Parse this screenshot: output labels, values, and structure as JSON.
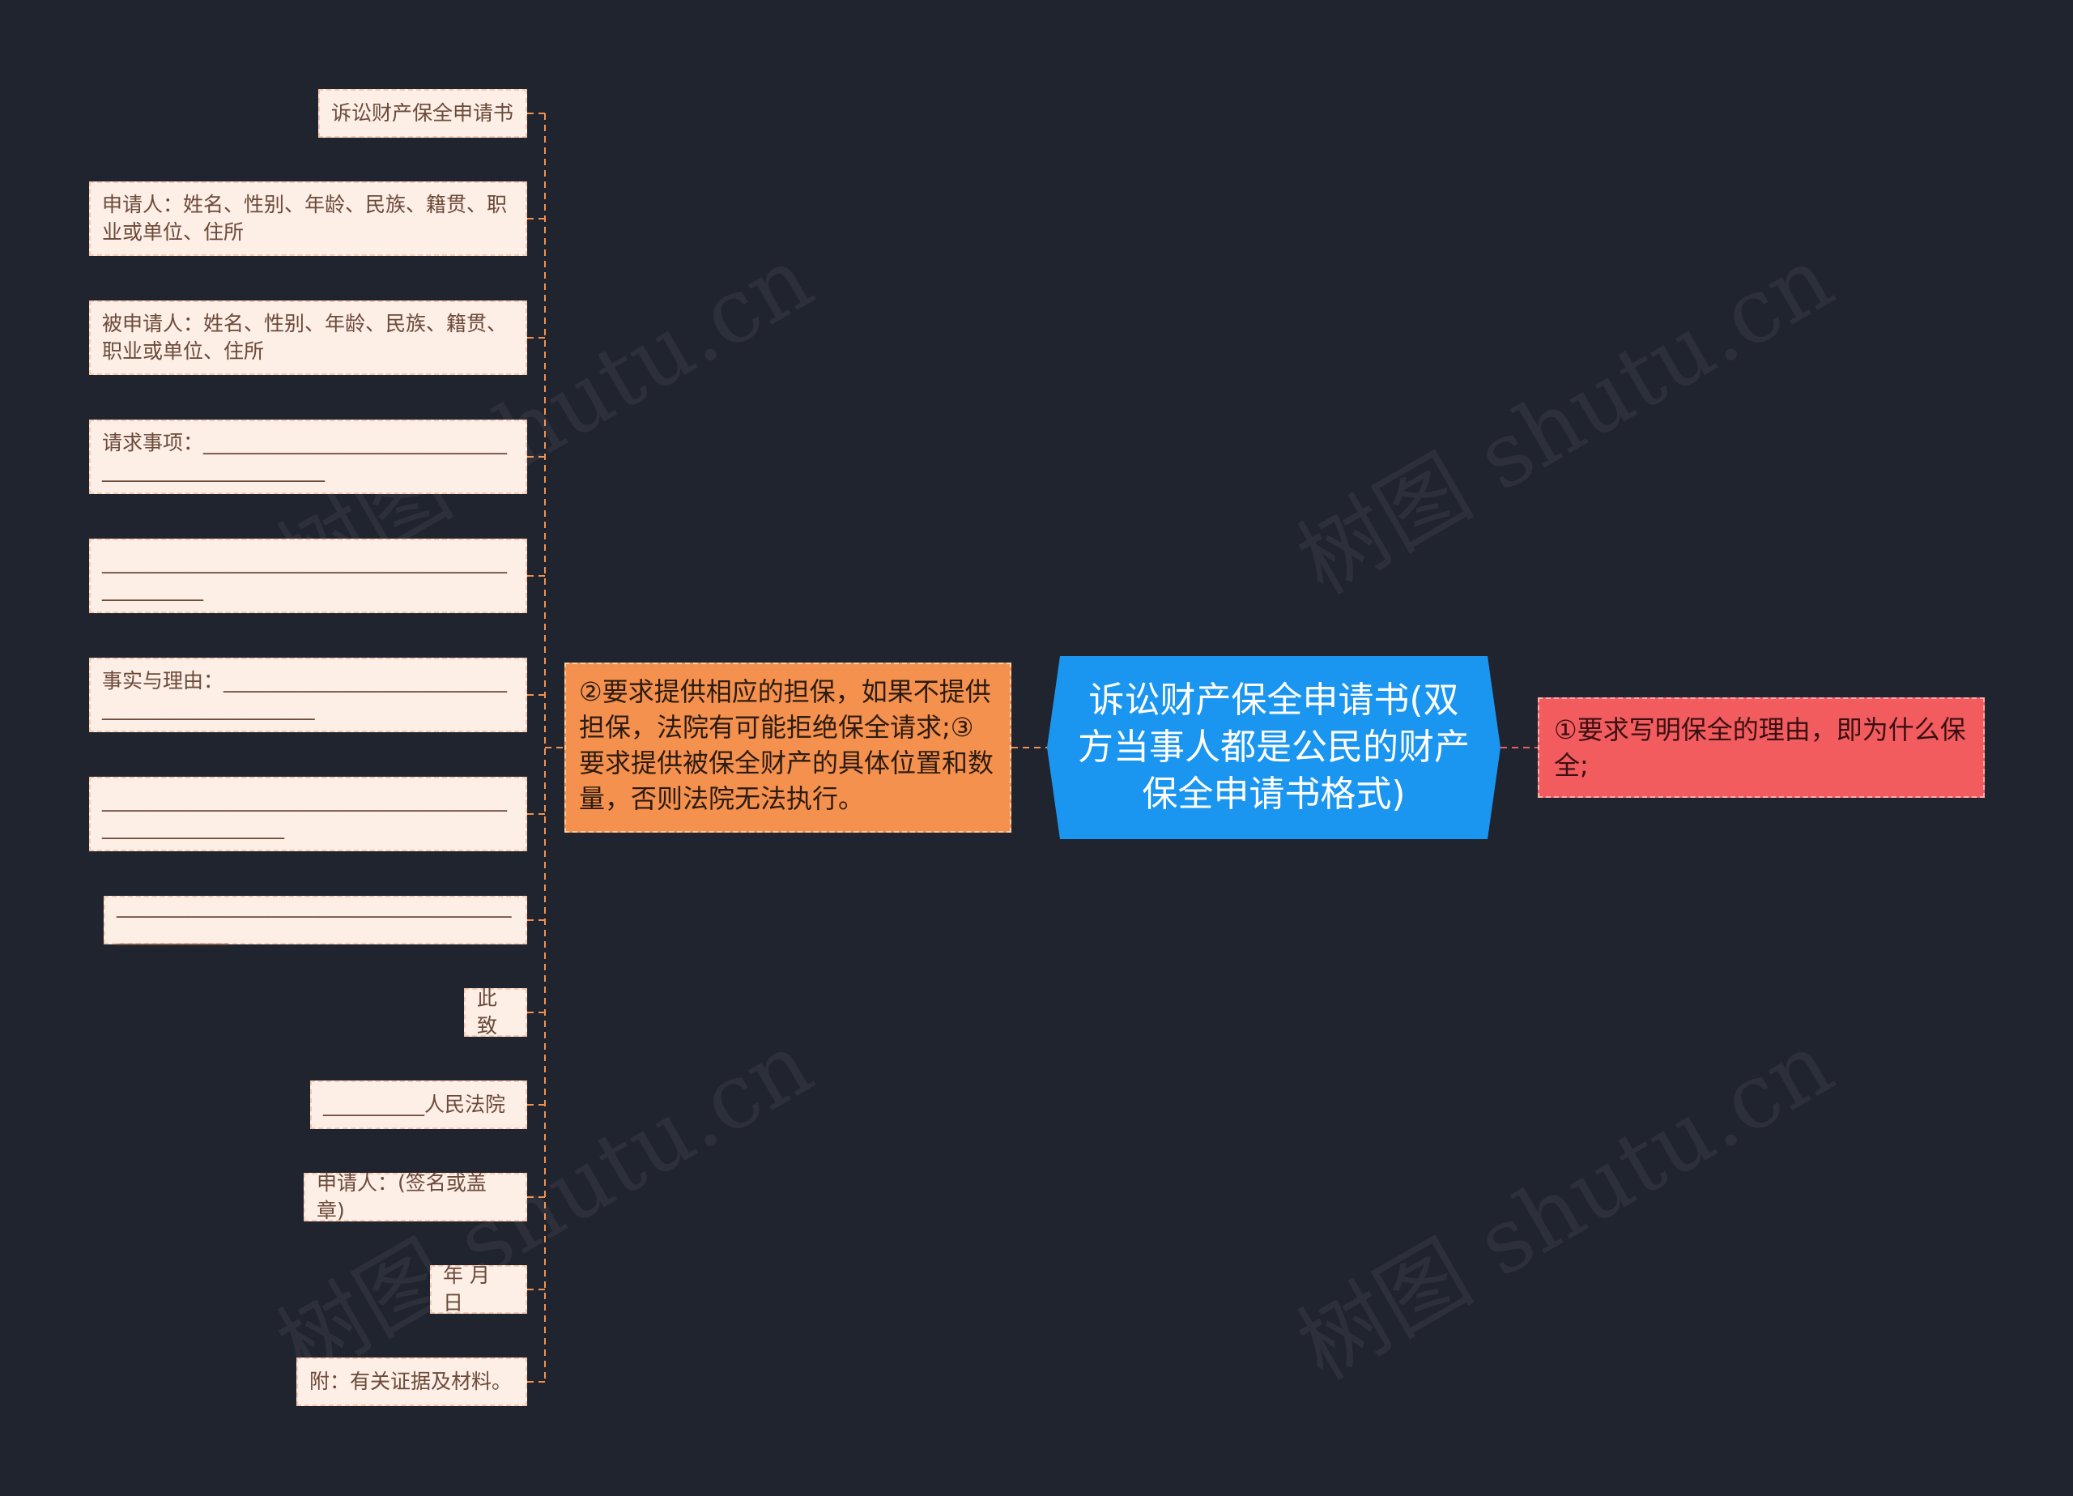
{
  "center": {
    "text": "诉讼财产保全申请书(双方当事人都是公民的财产保全申请书格式)",
    "color": "#1a96f0"
  },
  "left_branch": {
    "text": "②要求提供相应的担保，如果不提供担保，法院有可能拒绝保全请求;③要求提供被保全财产的具体位置和数量，否则法院无法执行。",
    "color": "#f5914e",
    "children": [
      {
        "text": "诉讼财产保全申请书"
      },
      {
        "text": "申请人：姓名、性别、年龄、民族、籍贯、职业或单位、住所"
      },
      {
        "text": "被申请人：姓名、性别、年龄、民族、籍贯、职业或单位、住所"
      },
      {
        "text": "请求事项：____________________________________________________"
      },
      {
        "text": "__________________________________________________"
      },
      {
        "text": "事实与理由：_________________________________________________"
      },
      {
        "text": "__________________________________________________________"
      },
      {
        "text": "__________________________________________________"
      },
      {
        "text": "此致"
      },
      {
        "text": "__________人民法院"
      },
      {
        "text": "申请人：(签名或盖章)"
      },
      {
        "text": "年 月 日"
      },
      {
        "text": "附：有关证据及材料。"
      }
    ]
  },
  "right_branch": {
    "text": "①要求写明保全的理由，即为什么保全;",
    "color": "#f25c5f"
  },
  "watermark": "树图 shutu.cn",
  "colors": {
    "background": "#20242f",
    "leaf_bg": "#fdeee6",
    "link_orange": "#f5914e",
    "link_red": "#f25c5f"
  }
}
